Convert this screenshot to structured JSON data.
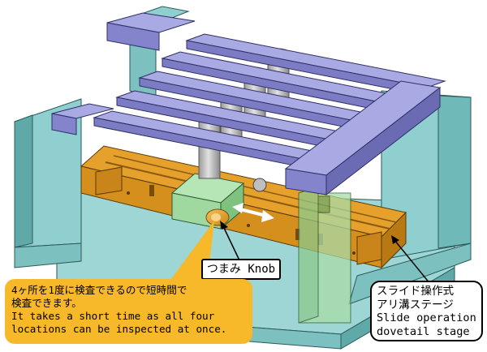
{
  "callouts": {
    "knob_label": "つまみ Knob",
    "note": {
      "line1": "4ヶ所を1度に検査できるので短時間で",
      "line2": "検査できます。",
      "line3": "It takes a short time as all four",
      "line4": "locations can be inspected at once."
    },
    "stage": {
      "line1": "スライド操作式",
      "line2": "アリ溝ステージ",
      "line3": "Slide operation",
      "line4": "dovetail stage"
    }
  },
  "colors": {
    "frame_teal": "#8fcfcf",
    "frame_dark": "#5fa9a9",
    "rail_purple": "#9797d9",
    "rail_dark": "#6b6bb3",
    "stage_orange": "#d48f1d",
    "block_green": "#9fd99f",
    "pin_gray": "#c4c4c4",
    "note_yellow": "#f7b82a",
    "arrow_white": "#ffffff"
  }
}
